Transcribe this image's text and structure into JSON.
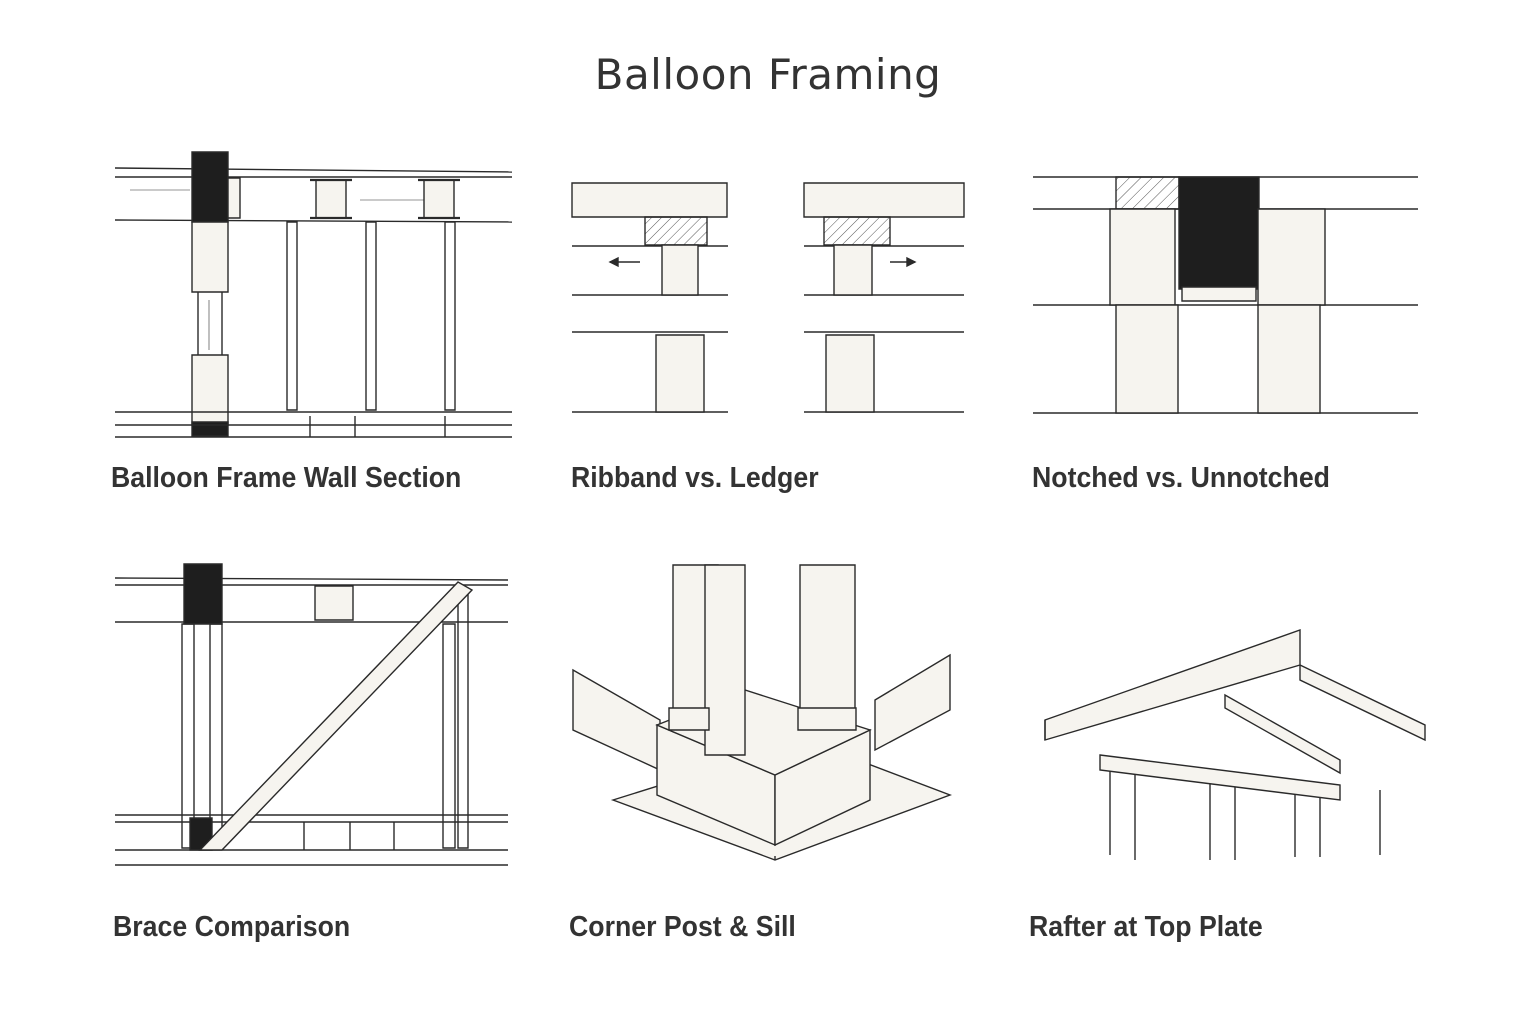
{
  "title": "Balloon Framing",
  "panels": [
    {
      "id": "wall-section",
      "caption": "Balloon Frame Wall Section"
    },
    {
      "id": "ribband-ledger",
      "caption": "Ribband vs. Ledger"
    },
    {
      "id": "notched-unnotched",
      "caption": "Notched vs. Unnotched"
    },
    {
      "id": "brace-comparison",
      "caption": "Brace Comparison"
    },
    {
      "id": "corner-post-sill",
      "caption": "Corner Post & Sill"
    },
    {
      "id": "rafter-top-plate",
      "caption": "Rafter at Top Plate"
    }
  ],
  "colors": {
    "ink": "#2a2a2a",
    "dark_fill": "#1e1e1e",
    "wood": "#f6f4ef",
    "hatch": "#555555"
  }
}
